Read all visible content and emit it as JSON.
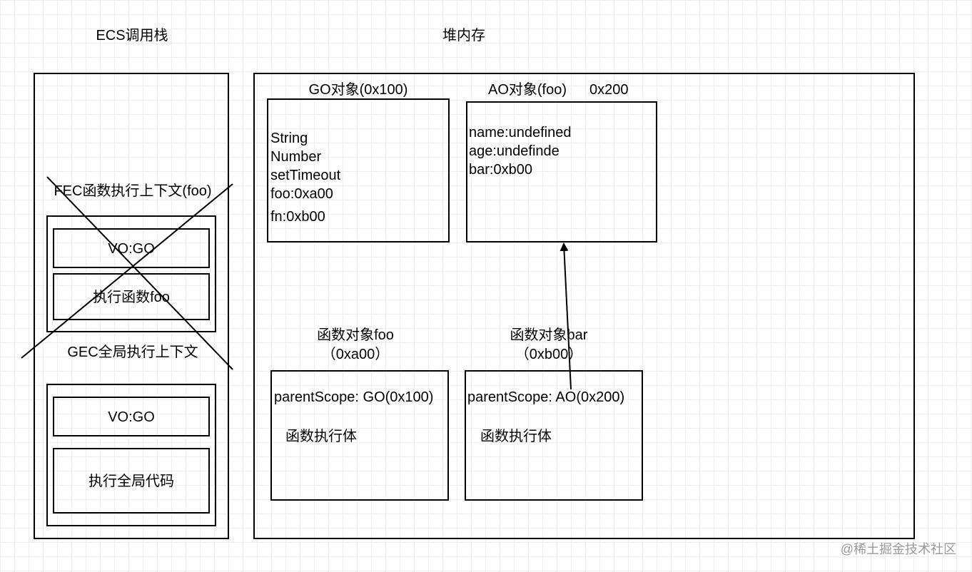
{
  "ecs": {
    "title": "ECS调用栈",
    "fec": {
      "title": "FEC函数执行上下文(foo)",
      "vo": "VO:GO",
      "exec": "执行函数foo"
    },
    "gec": {
      "title": "GEC全局执行上下文",
      "vo": "VO:GO",
      "exec": "执行全局代码"
    }
  },
  "heap": {
    "title": "堆内存",
    "go": {
      "title": "GO对象(0x100)",
      "props": [
        "String",
        "Number",
        "setTimeout",
        "foo:0xa00",
        "fn:0xb00"
      ]
    },
    "ao": {
      "title": "AO对象(foo)",
      "address": "0x200",
      "props": [
        "name:undefined",
        "age:undefinde",
        "bar:0xb00"
      ]
    },
    "func_foo": {
      "title": "函数对象foo",
      "address": "（0xa00）",
      "scope": "parentScope: GO(0x100)",
      "body": "函数执行体"
    },
    "func_bar": {
      "title": "函数对象bar",
      "address": "（0xb00）",
      "scope": "parentScope: AO(0x200)",
      "body": "函数执行体"
    }
  },
  "watermark": "@稀土掘金技术社区"
}
